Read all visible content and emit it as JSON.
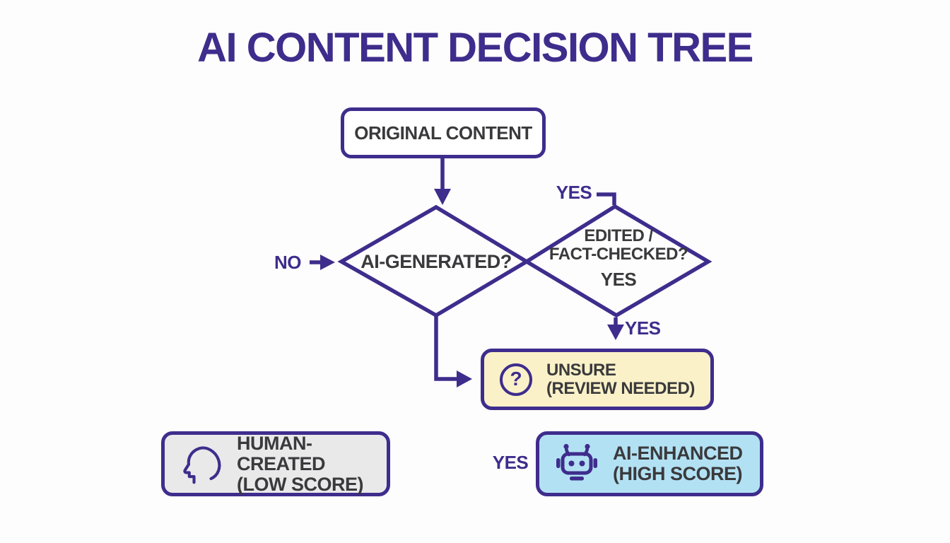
{
  "page": {
    "title": "AI CONTENT DECISION TREE",
    "background_color": "#fdfdfd"
  },
  "colors": {
    "purple_accent": "#3e2d8c",
    "dark_text": "#3a3a3c",
    "unsure_bg": "#faf1c9",
    "human_bg": "#e9e9ea",
    "ai_bg": "#b3e1f4"
  },
  "nodes": {
    "original_content": {
      "label": "ORIGINAL CONTENT"
    },
    "ai_generated": {
      "label": "AI-GENERATED?"
    },
    "edited_fact_checked": {
      "line1": "EDITED /",
      "line2": "FACT-CHECKED?",
      "line3": "YES"
    },
    "unsure": {
      "icon": "question-mark-icon",
      "glyph": "?",
      "line1": "UNSURE",
      "line2": "(REVIEW NEEDED)"
    },
    "human_created": {
      "icon": "person-head-icon",
      "line1": "HUMAN-CREATED",
      "line2": "(LOW SCORE)"
    },
    "ai_enhanced": {
      "icon": "robot-icon",
      "line1": "AI-ENHANCED",
      "line2": "(HIGH SCORE)"
    }
  },
  "edge_labels": {
    "no_left": "NO",
    "yes_top_right": "YES",
    "yes_below_diamond": "YES",
    "yes_before_ai_box": "YES"
  }
}
